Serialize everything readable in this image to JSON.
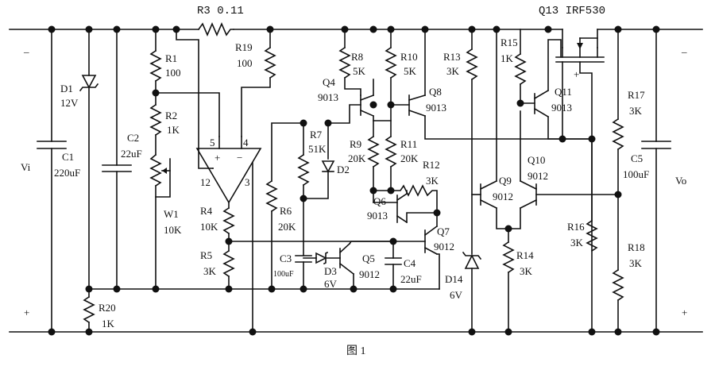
{
  "figure": {
    "caption": "图 1"
  },
  "terminals": {
    "vi": "Vi",
    "vo": "Vo",
    "minus": "_",
    "plus": "+"
  },
  "components": {
    "r3": "R3 0.11",
    "q13": "Q13 IRF530",
    "r1": "R1",
    "r1v": "100",
    "r19": "R19",
    "r19v": "100",
    "r2": "R2",
    "r2v": "1K",
    "d1": "D1",
    "d1v": "12V",
    "c1": "C1",
    "c1v": "220uF",
    "c2": "C2",
    "c2v": "22uF",
    "w1": "W1",
    "w1v": "10K",
    "r4": "R4",
    "r4v": "10K",
    "r5": "R5",
    "r5v": "3K",
    "r6": "R6",
    "r6v": "20K",
    "r7": "R7",
    "r7v": "51K",
    "d2": "D2",
    "c3": "C3",
    "c3v": "100uF",
    "d3": "D3",
    "d3v": "6V",
    "q4": "Q4",
    "q4v": "9013",
    "r8": "R8",
    "r8v": "5K",
    "r9": "R9",
    "r9v": "20K",
    "r10": "R10",
    "r10v": "5K",
    "r11": "R11",
    "r11v": "20K",
    "q8": "Q8",
    "q8v": "9013",
    "r12": "R12",
    "r12v": "3K",
    "q6": "Q6",
    "q6v": "9013",
    "q7": "Q7",
    "q7v": "9012",
    "q5": "Q5",
    "q5v": "9012",
    "c4": "C4",
    "c4v": "22uF",
    "r13": "R13",
    "r13v": "3K",
    "d14": "D14",
    "d14v": "6V",
    "r15": "R15",
    "r15v": "1K",
    "q11": "Q11",
    "q11v": "9013",
    "q9": "Q9",
    "q9v": "9012",
    "q10": "Q10",
    "q10v": "9012",
    "r14": "R14",
    "r14v": "3K",
    "r16": "R16",
    "r16v": "3K",
    "r17": "R17",
    "r17v": "3K",
    "r18": "R18",
    "r18v": "3K",
    "c5": "C5",
    "c5v": "100uF",
    "r20": "R20",
    "r20v": "1K"
  },
  "opamp": {
    "pin5": "5",
    "pin4": "4",
    "pin12": "12",
    "pin3": "3",
    "plus": "+",
    "minus": "−"
  }
}
